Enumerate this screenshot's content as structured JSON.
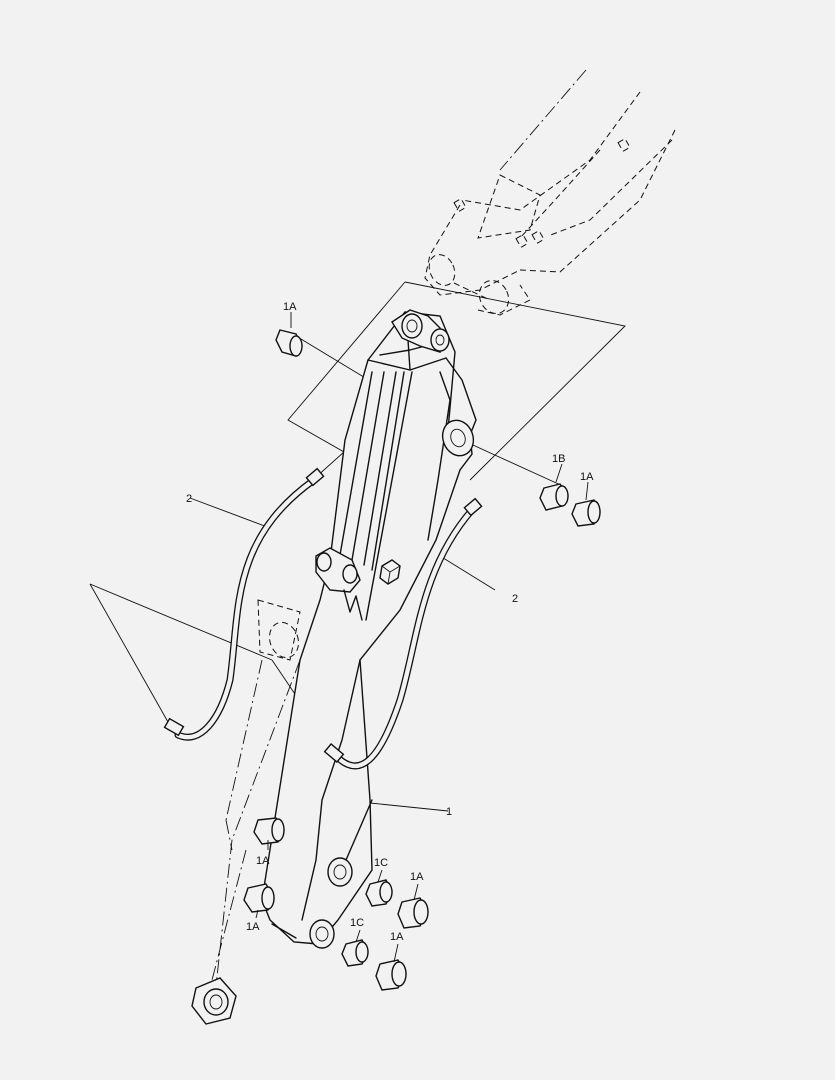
{
  "labels": {
    "l1a_top": "1A",
    "l1b": "1B",
    "l1a_right": "1A",
    "l2_left": "2",
    "l2_right": "2",
    "l1": "1",
    "l1a_mid": "1A",
    "l1c_upper": "1C",
    "l1a_upper_right": "1A",
    "l1a_low": "1A",
    "l1c_lower": "1C",
    "l1a_lower_right": "1A"
  }
}
